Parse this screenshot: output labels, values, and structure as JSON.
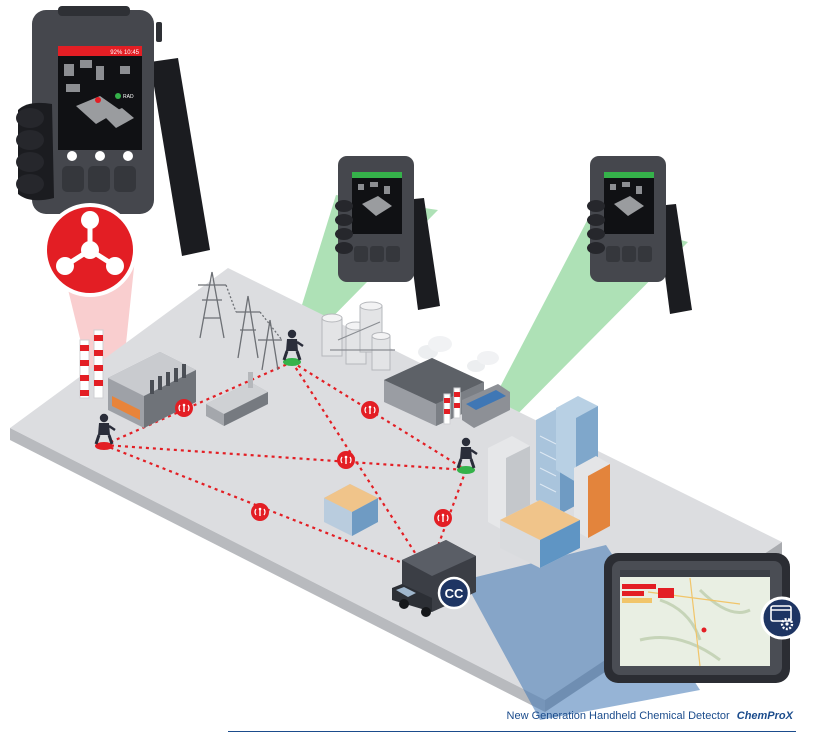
{
  "caption": {
    "text": "New Generation Handheld Chemical Detector",
    "brand": "ChemProX"
  },
  "command_center": {
    "label": "CC"
  },
  "detector_screen": {
    "status": "92% 10:45",
    "map_label": "RAD"
  },
  "colors": {
    "alarm_red": "#e31e24",
    "ok_green": "#35b24a",
    "beam_green": "#5ec46e",
    "tablet_blue": "#3f77b5",
    "ground": "#d9dadc",
    "brand_blue": "#1b4c8c"
  },
  "icons": [
    "biohazard-icon",
    "radio-signal-icon",
    "settings-gear-icon"
  ]
}
